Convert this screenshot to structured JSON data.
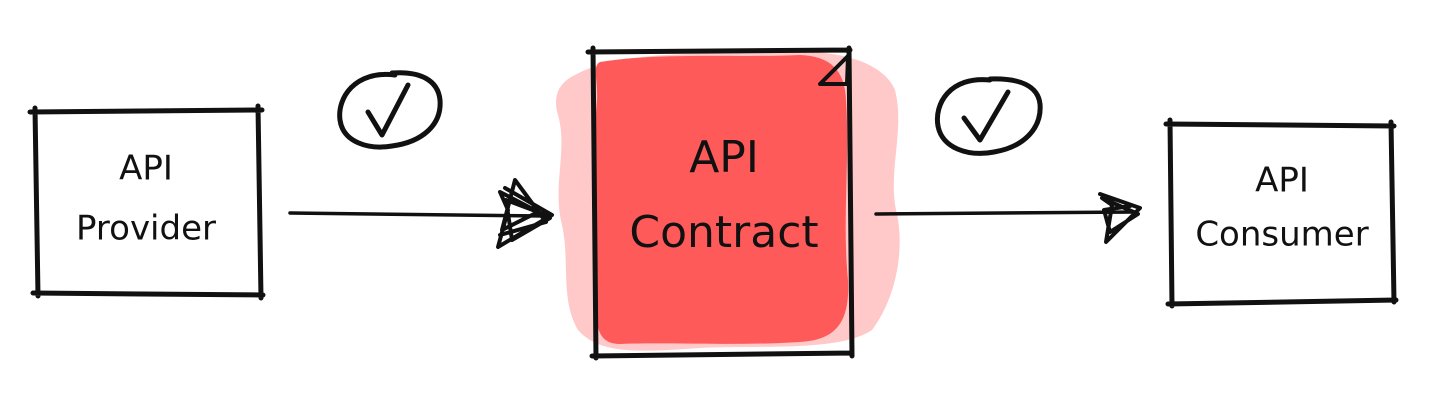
{
  "diagram": {
    "nodes": [
      {
        "id": "provider",
        "line1": "API",
        "line2": "Provider"
      },
      {
        "id": "contract",
        "line1": "API",
        "line2": "Contract"
      },
      {
        "id": "consumer",
        "line1": "API",
        "line2": "Consumer"
      }
    ],
    "edges": [
      {
        "from": "provider",
        "to": "contract",
        "marker": "check-icon"
      },
      {
        "from": "contract",
        "to": "consumer",
        "marker": "check-icon"
      }
    ],
    "colors": {
      "ink": "#111111",
      "contract_fill": "#ff5a5a",
      "contract_halo": "#ffc9c9"
    }
  }
}
